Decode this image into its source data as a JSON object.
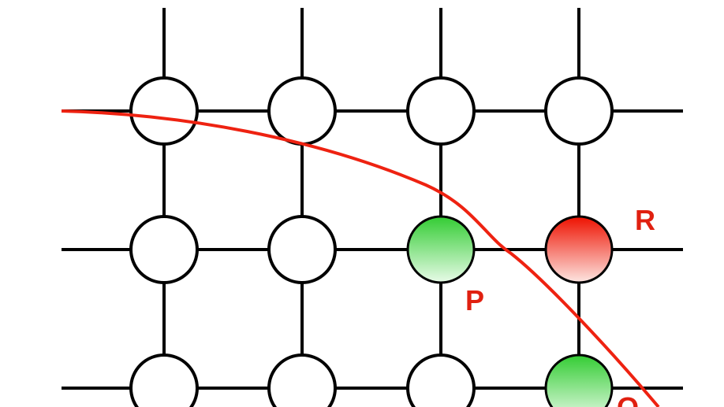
{
  "diagram": {
    "grid": {
      "columns": 4,
      "rows": 3,
      "line_color": "#000000",
      "node_fill": "#ffffff",
      "node_stroke": "#000000"
    },
    "curve": {
      "color": "#ee2211"
    },
    "highlighted_nodes": [
      {
        "id": "P",
        "label": "P",
        "row": 1,
        "col": 2,
        "state": "selected",
        "color_top": "#33cc33",
        "color_bottom": "#e8fbe8",
        "label_color": "#e02010"
      },
      {
        "id": "R",
        "label": "R",
        "row": 1,
        "col": 3,
        "state": "rejected",
        "color_top": "#ee1100",
        "color_bottom": "#fde6e2",
        "label_color": "#e02010"
      },
      {
        "id": "Q",
        "label": "Q",
        "row": 2,
        "col": 3,
        "state": "selected",
        "color_top": "#33cc33",
        "color_bottom": "#e8fbe8",
        "label_color": "#e02010"
      }
    ]
  }
}
